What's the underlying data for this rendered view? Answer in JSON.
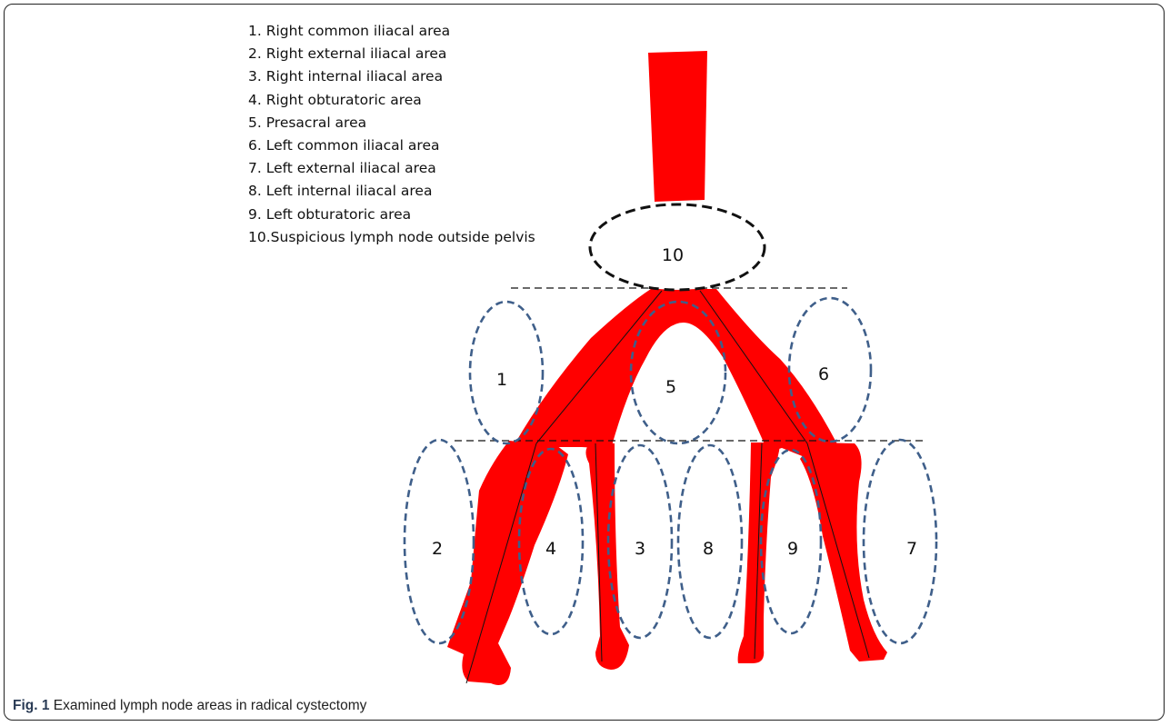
{
  "legend": [
    "1. Right common iliacal area",
    "2. Right external iliacal area",
    "3. Right internal iliacal area",
    "4. Right obturatoric area",
    "5. Presacral area",
    "6. Left common iliacal area",
    "7. Left external iliacal area",
    "8. Left internal iliacal area",
    "9. Left obturatoric area",
    "10.Suspicious lymph node outside pelvis"
  ],
  "areas": {
    "a1": "1",
    "a2": "2",
    "a3": "3",
    "a4": "4",
    "a5": "5",
    "a6": "6",
    "a7": "7",
    "a8": "8",
    "a9": "9",
    "a10": "10"
  },
  "colors": {
    "vessel": "#ff0000",
    "area_outline": "#3f5f8a",
    "outside_outline": "#111111"
  },
  "caption": {
    "label": "Fig. 1",
    "text": " Examined lymph node areas in radical cystectomy"
  }
}
